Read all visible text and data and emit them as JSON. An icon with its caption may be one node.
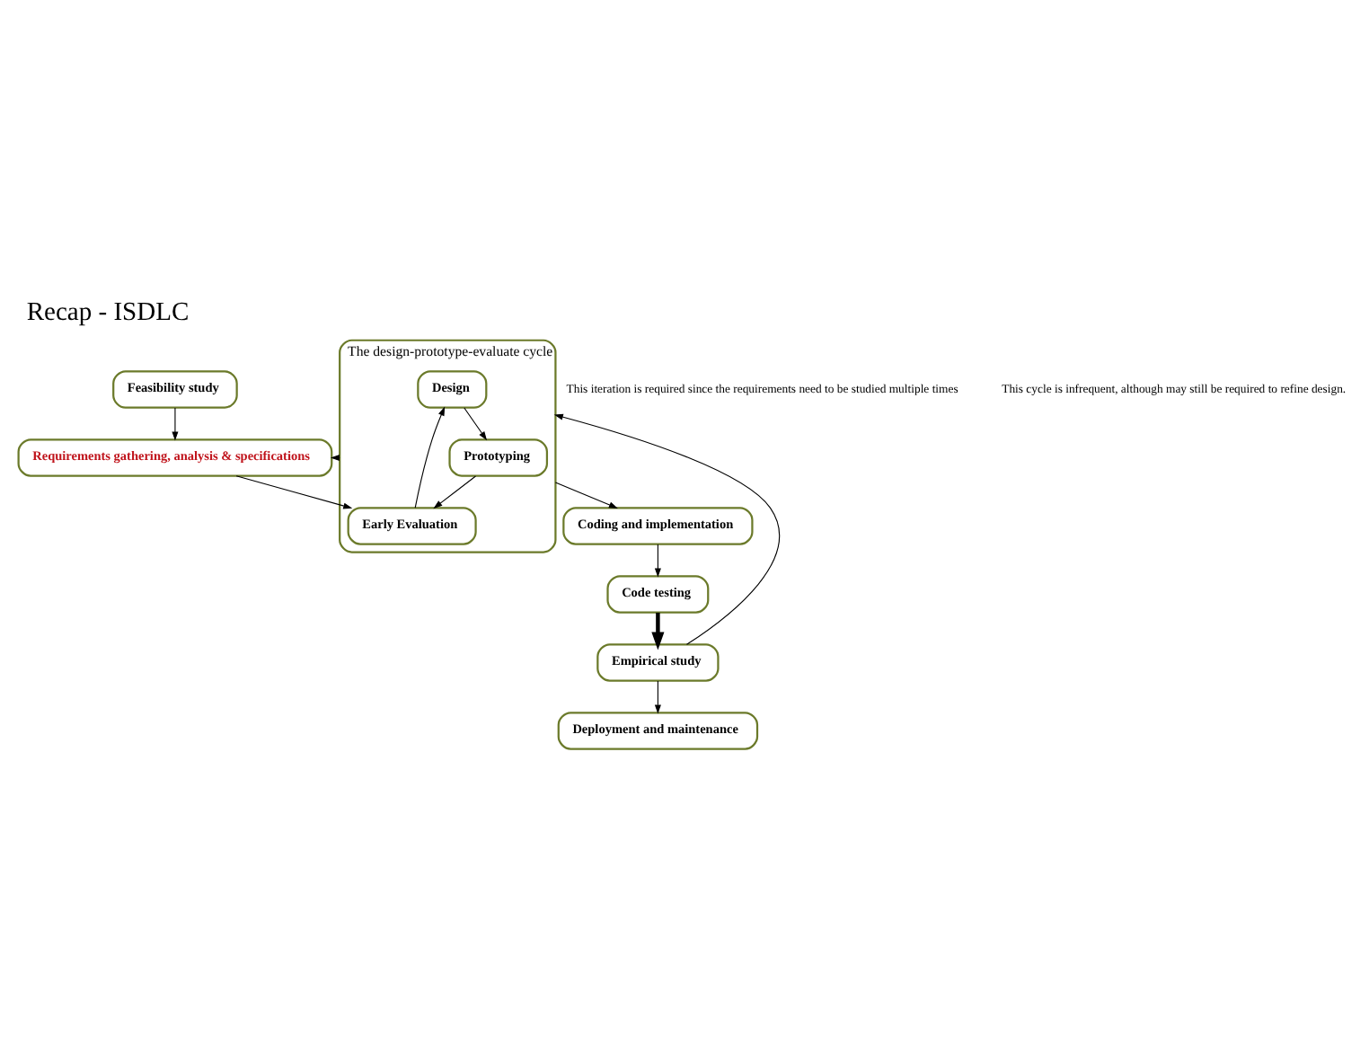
{
  "diagram": {
    "title": "Recap - ISDLC",
    "nodes": [
      {
        "text": [
          "Feasibility study"
        ]
      },
      {
        "text": [
          "Requirements gathering, analysis & specifications"
        ]
      },
      {
        "text": [
          "The design-prototype-evaluate cycle"
        ]
      },
      {
        "text": [
          "Design"
        ],
        "in": 2
      },
      {
        "text": [
          "Early Evaluation"
        ],
        "in": 2
      },
      {
        "text": [
          "Prototyping"
        ],
        "in": 2
      },
      {
        "text": [
          "Coding and implementation"
        ]
      },
      {
        "text": [
          "Code testing"
        ]
      },
      {
        "text": [
          "Empirical study"
        ]
      },
      {
        "text": [
          "Deployment and maintenance"
        ]
      }
    ],
    "edges": [
      {
        "from": 0,
        "to": 1,
        "arrow": "to"
      },
      {
        "from": 1,
        "to": 4,
        "arrow": "to"
      },
      {
        "from": 4,
        "to": 3,
        "arrow": "to"
      },
      {
        "from": 3,
        "to": 5,
        "arrow": "to"
      },
      {
        "from": 5,
        "to": 4,
        "arrow": "to"
      },
      {
        "from": 2,
        "to": 1,
        "arrow": "to"
      },
      {
        "from": 2,
        "to": 6,
        "arrow": "to"
      },
      {
        "from": 6,
        "to": 7,
        "arrow": "to"
      },
      {
        "from": 7,
        "to": 8,
        "arrow": "to",
        "style": "thick"
      },
      {
        "from": 8,
        "to": 2,
        "arrow": "to"
      },
      {
        "from": 8,
        "to": 9,
        "arrow": "to"
      }
    ],
    "labels": [
      "This iteration is required since the requirements need to be studied multiple times",
      "This cycle is infrequent, although may still be required to refine design."
    ]
  }
}
